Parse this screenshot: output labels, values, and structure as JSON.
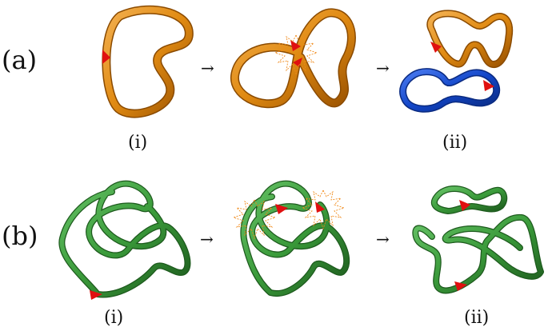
{
  "rows": {
    "a": {
      "label": "(a)",
      "sub_left": "(i)",
      "sub_right": "(ii)"
    },
    "b": {
      "label": "(b)",
      "sub_left": "(i)",
      "sub_right": "(ii)"
    }
  },
  "arrow_glyph": "→",
  "colors": {
    "orange_tube": "#e08a12",
    "orange_dark": "#8a4a00",
    "blue_tube": "#1246c8",
    "blue_dark": "#0a2a80",
    "green_tube": "#3a9a3a",
    "green_dark": "#1d5a1d",
    "arrow_marker": "#e01010",
    "spark": "#f08a1a"
  }
}
